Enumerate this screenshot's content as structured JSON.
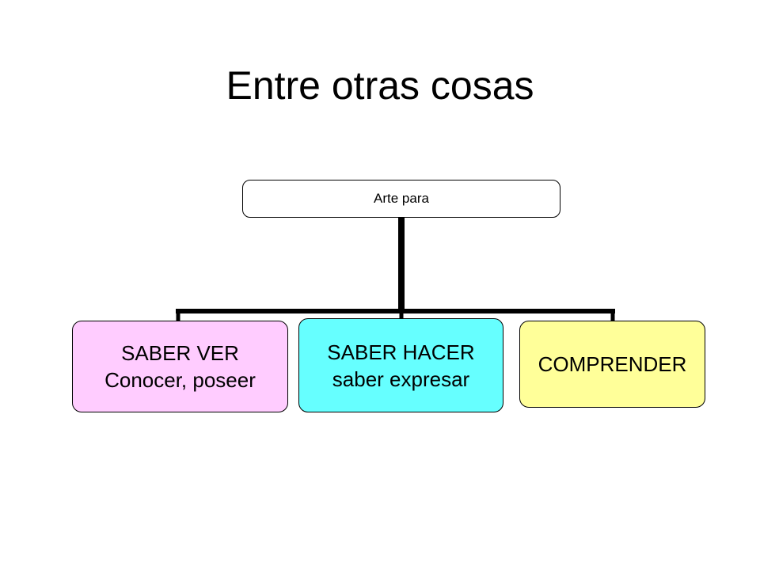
{
  "slide": {
    "title": "Entre otras cosas"
  },
  "diagram": {
    "root": {
      "label": "Arte para",
      "fill": "#ffffff"
    },
    "children": [
      {
        "line1": "SABER VER",
        "line2": "Conocer, poseer",
        "fill": "#ffccff"
      },
      {
        "line1": "SABER HACER",
        "line2": "saber expresar",
        "fill": "#66ffff"
      },
      {
        "line1": "COMPRENDER",
        "line2": "",
        "fill": "#ffff99"
      }
    ],
    "connector_color": "#000000"
  }
}
